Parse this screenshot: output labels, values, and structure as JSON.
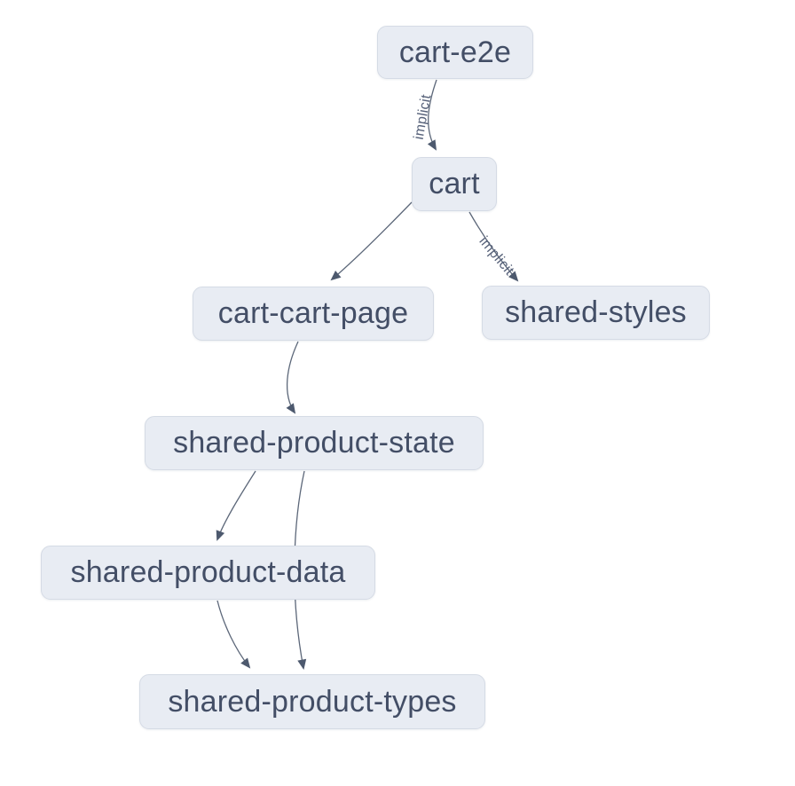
{
  "graph": {
    "nodes": [
      {
        "id": "cart-e2e",
        "label": "cart-e2e"
      },
      {
        "id": "cart",
        "label": "cart"
      },
      {
        "id": "cart-cart-page",
        "label": "cart-cart-page"
      },
      {
        "id": "shared-styles",
        "label": "shared-styles"
      },
      {
        "id": "shared-product-state",
        "label": "shared-product-state"
      },
      {
        "id": "shared-product-data",
        "label": "shared-product-data"
      },
      {
        "id": "shared-product-types",
        "label": "shared-product-types"
      }
    ],
    "edges": [
      {
        "from": "cart-e2e",
        "to": "cart",
        "label": "implicit"
      },
      {
        "from": "cart",
        "to": "cart-cart-page",
        "label": ""
      },
      {
        "from": "cart",
        "to": "shared-styles",
        "label": "implicit"
      },
      {
        "from": "cart-cart-page",
        "to": "shared-product-state",
        "label": ""
      },
      {
        "from": "shared-product-state",
        "to": "shared-product-data",
        "label": ""
      },
      {
        "from": "shared-product-state",
        "to": "shared-product-types",
        "label": ""
      },
      {
        "from": "shared-product-data",
        "to": "shared-product-types",
        "label": ""
      }
    ],
    "colors": {
      "background": "#ffffff",
      "node_fill": "#e8ecf3",
      "node_border": "#d5dbe5",
      "node_text": "#434e66",
      "edge_stroke": "#5c6779",
      "arrowhead": "#4d596e",
      "edge_label_text": "#57627a"
    }
  }
}
